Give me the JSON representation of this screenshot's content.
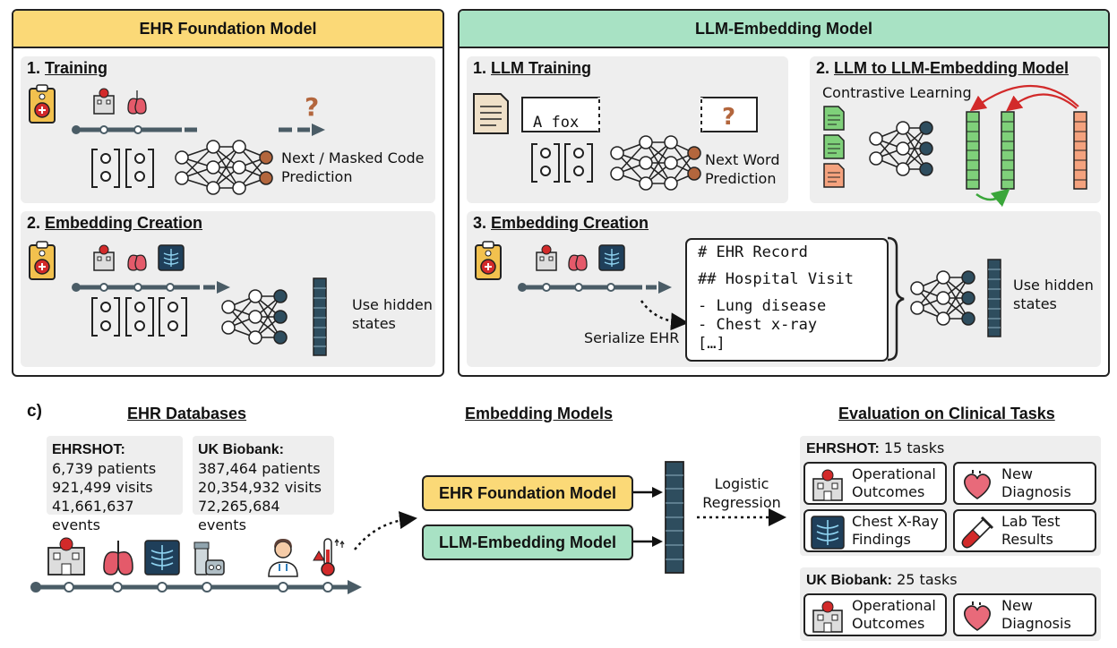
{
  "panel_a": {
    "title": "EHR Foundation Model",
    "training": {
      "num": "1.",
      "title": "Training",
      "prediction": [
        "Next / Masked Code",
        "Prediction"
      ]
    },
    "embedding": {
      "num": "2.",
      "title": "Embedding Creation",
      "hidden": [
        "Use hidden",
        "states"
      ]
    }
  },
  "panel_b": {
    "title": "LLM-Embedding Model",
    "llm_training": {
      "num": "1.",
      "title": "LLM Training",
      "input_text": "A fox",
      "next_word": [
        "Next Word",
        "Prediction"
      ]
    },
    "llm_to_embed": {
      "num": "2.",
      "title": "LLM to LLM-Embedding Model",
      "contrastive": "Contrastive Learning"
    },
    "embedding": {
      "num": "3.",
      "title": "Embedding Creation",
      "serialize": "Serialize EHR",
      "record_lines": [
        "# EHR Record",
        "## Hospital Visit",
        "- Lung disease",
        "- Chest x-ray",
        "[…]"
      ],
      "hidden": [
        "Use hidden",
        "states"
      ]
    }
  },
  "panel_c": {
    "label": "c)",
    "databases": {
      "title": "EHR Databases",
      "ehrshot": {
        "name": "EHRSHOT:",
        "lines": [
          "6,739 patients",
          "921,499 visits",
          "41,661,637 events"
        ]
      },
      "ukb": {
        "name": "UK Biobank:",
        "lines": [
          "387,464 patients",
          "20,354,932 visits",
          "72,265,684 events"
        ]
      }
    },
    "models": {
      "title": "Embedding Models",
      "foundation": "EHR Foundation Model",
      "llm": "LLM-Embedding Model"
    },
    "regression": [
      "Logistic",
      "Regression"
    ],
    "evaluation": {
      "title": "Evaluation on Clinical Tasks",
      "ehrshot": {
        "name": "EHRSHOT:",
        "count": "15 tasks",
        "tasks": [
          [
            "Operational",
            "Outcomes"
          ],
          [
            "New",
            "Diagnosis"
          ],
          [
            "Chest X-Ray",
            "Findings"
          ],
          [
            "Lab Test",
            "Results"
          ]
        ]
      },
      "ukb": {
        "name": "UK Biobank:",
        "count": "25 tasks",
        "tasks": [
          [
            "Operational",
            "Outcomes"
          ],
          [
            "New",
            "Diagnosis"
          ]
        ]
      }
    }
  },
  "colors": {
    "yellow": "#fbd977",
    "green": "#a8e2c4",
    "node": "#2e4d5e",
    "code": "#b3663d",
    "docgreen": "#7fd07a",
    "docorange": "#f4a27e",
    "red": "#d22a2a"
  }
}
